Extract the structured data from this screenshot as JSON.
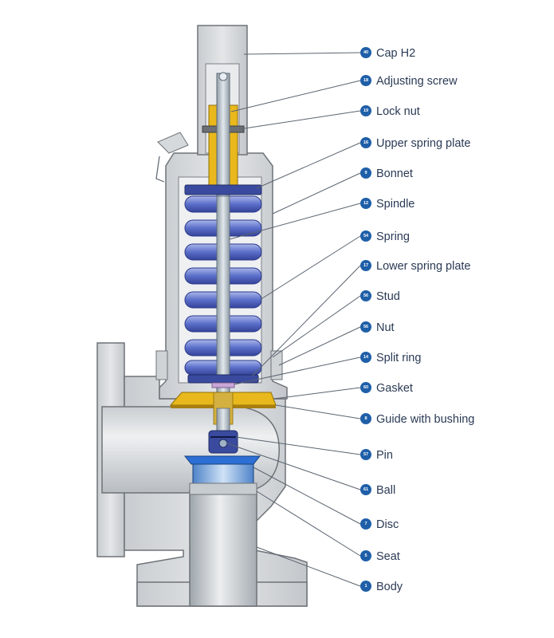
{
  "colors": {
    "background": "#ffffff",
    "body_gray": "#d6d9dc",
    "body_outline": "#6e7378",
    "steel": "#b9c4cc",
    "spring_blue": "#5b6ec9",
    "spring_dark": "#3a4a9e",
    "brass": "#e9b81c",
    "callout_blue": "#1f5fa8",
    "label_text": "#2a3a55"
  },
  "callouts": [
    {
      "id": "cap",
      "number": "40",
      "label": "Cap H2"
    },
    {
      "id": "adjust",
      "number": "18",
      "label": "Adjusting screw"
    },
    {
      "id": "locknut",
      "number": "19",
      "label": "Lock nut"
    },
    {
      "id": "usp",
      "number": "16",
      "label": "Upper spring plate"
    },
    {
      "id": "bonnet",
      "number": "9",
      "label": "Bonnet"
    },
    {
      "id": "spindle",
      "number": "12",
      "label": "Spindle"
    },
    {
      "id": "spring",
      "number": "54",
      "label": "Spring"
    },
    {
      "id": "lsp",
      "number": "17",
      "label": "Lower spring plate"
    },
    {
      "id": "stud",
      "number": "56",
      "label": "Stud"
    },
    {
      "id": "nut",
      "number": "56",
      "label": "Nut"
    },
    {
      "id": "split",
      "number": "14",
      "label": "Split ring"
    },
    {
      "id": "gasket",
      "number": "60",
      "label": "Gasket"
    },
    {
      "id": "guide",
      "number": "8",
      "label": "Guide with bushing"
    },
    {
      "id": "pin",
      "number": "57",
      "label": "Pin"
    },
    {
      "id": "ball",
      "number": "61",
      "label": "Ball"
    },
    {
      "id": "disc",
      "number": "7",
      "label": "Disc"
    },
    {
      "id": "seat",
      "number": "5",
      "label": "Seat"
    },
    {
      "id": "body",
      "number": "1",
      "label": "Body"
    }
  ]
}
